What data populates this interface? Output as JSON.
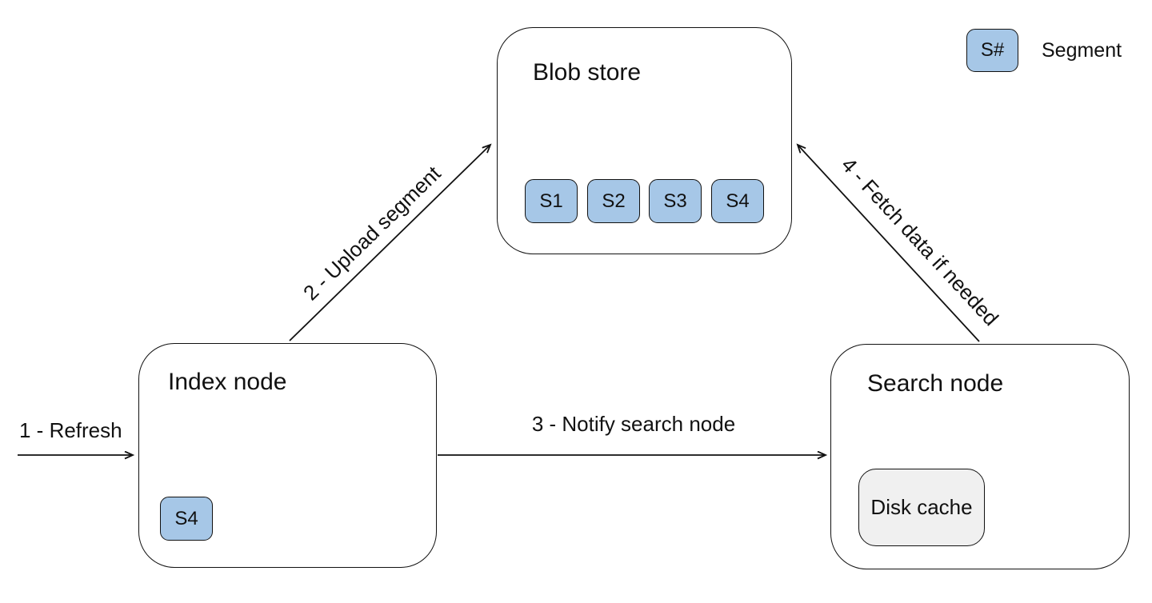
{
  "diagram": {
    "nodes": {
      "blob_store": {
        "title": "Blob store",
        "segments": [
          "S1",
          "S2",
          "S3",
          "S4"
        ]
      },
      "index_node": {
        "title": "Index node",
        "segments": [
          "S4"
        ]
      },
      "search_node": {
        "title": "Search node",
        "disk_cache_label": "Disk cache"
      }
    },
    "arrows": {
      "refresh": {
        "label": "1 - Refresh"
      },
      "upload_segment": {
        "label": "2 - Upload segment"
      },
      "notify_search_node": {
        "label": "3 - Notify search node"
      },
      "fetch_data": {
        "label": "4 - Fetch data if needed"
      }
    },
    "legend": {
      "symbol": "S#",
      "label": "Segment"
    },
    "colors": {
      "background": "#ffffff",
      "segment_fill": "#a6c7e7",
      "disk_cache_fill": "#f0f0f0",
      "stroke": "#111111",
      "text": "#111111"
    }
  }
}
